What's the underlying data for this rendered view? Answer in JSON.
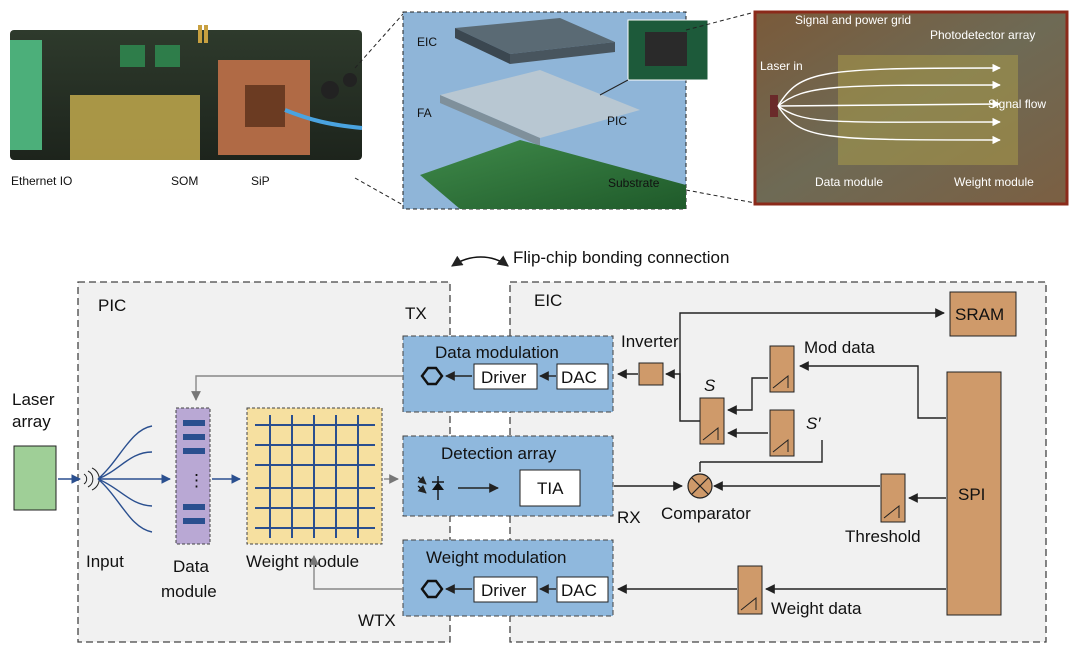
{
  "photos": {
    "board": {
      "ethernet_io": "Ethernet IO",
      "som": "SOM",
      "sip": "SiP"
    },
    "package": {
      "eic": "EIC",
      "fa": "FA",
      "pic": "PIC",
      "substrate": "Substrate"
    },
    "chip": {
      "signal_power_grid": "Signal and power grid",
      "photodetector_array": "Photodetector array",
      "laser_in": "Laser in",
      "signal_flow": "Signal flow",
      "data_module": "Data module",
      "weight_module": "Weight module"
    }
  },
  "diagram": {
    "flip_chip": "Flip-chip bonding connection",
    "pic": "PIC",
    "eic": "EIC",
    "tx": "TX",
    "rx": "RX",
    "wtx": "WTX",
    "laser_array_1": "Laser",
    "laser_array_2": "array",
    "input": "Input",
    "data_module_1": "Data",
    "data_module_2": "module",
    "weight_module": "Weight module",
    "data_modulation": "Data modulation",
    "detection_array": "Detection array",
    "weight_modulation": "Weight modulation",
    "driver": "Driver",
    "dac": "DAC",
    "tia": "TIA",
    "inverter": "Inverter",
    "sram": "SRAM",
    "mod_data": "Mod data",
    "s": "S",
    "s_prime": "S′",
    "comparator": "Comparator",
    "threshold": "Threshold",
    "spi": "SPI",
    "weight_data": "Weight data",
    "ellipsis": "⋮"
  },
  "colors": {
    "module_blue": "#8fb8dd",
    "spi_orange": "#cf9a6a",
    "laser_green": "#9fcf97",
    "data_module_purple": "#b9a8d4",
    "weight_yellow": "#f6e0a0",
    "arrow_blue": "#2a4f8f"
  }
}
